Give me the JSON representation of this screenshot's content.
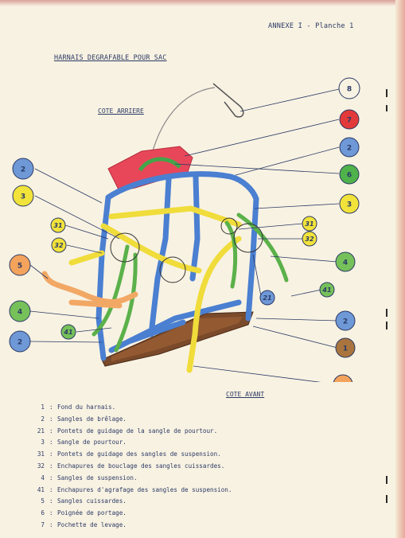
{
  "header": {
    "reference": "ANNEXE I - Planche 1",
    "title": "HARNAIS DEGRAFABLE POUR SAC"
  },
  "diagram": {
    "rear_label": "COTE ARRIERE",
    "front_label": "COTE AVANT",
    "callouts": [
      {
        "number": "8",
        "color": "#f8f2e2"
      },
      {
        "number": "7",
        "color": "#e23a3a"
      },
      {
        "number": "2",
        "color": "#6e98d6"
      },
      {
        "number": "6",
        "color": "#4fb24a"
      },
      {
        "number": "3",
        "color": "#f2e33a"
      },
      {
        "number": "31",
        "color": "#f2e33a"
      },
      {
        "number": "32",
        "color": "#f2e33a"
      },
      {
        "number": "4",
        "color": "#76c15a"
      },
      {
        "number": "41",
        "color": "#76c15a"
      },
      {
        "number": "1",
        "color": "#a9743e"
      },
      {
        "number": "5",
        "color": "#f4a35c"
      },
      {
        "number": "21",
        "color": "#6e98d6"
      }
    ]
  },
  "legend": [
    {
      "number": "1",
      "text": "Fond du harnais."
    },
    {
      "number": "2",
      "text": "Sangles de brêlage."
    },
    {
      "number": "21",
      "text": "Pontets de guidage de la sangle de pourtour."
    },
    {
      "number": "3",
      "text": "Sangle de pourtour."
    },
    {
      "number": "31",
      "text": "Pontets de guidage des sangles de suspension."
    },
    {
      "number": "32",
      "text": "Enchapures de bouclage des sangles cuissardes."
    },
    {
      "number": "4",
      "text": "Sangles de suspension."
    },
    {
      "number": "41",
      "text": "Enchapures d'agrafage des sangles de suspension."
    },
    {
      "number": "5",
      "text": "Sangles cuissardes."
    },
    {
      "number": "6",
      "text": "Poignée de portage."
    },
    {
      "number": "7",
      "text": "Pochette de levage."
    }
  ],
  "legend_separator": ":"
}
